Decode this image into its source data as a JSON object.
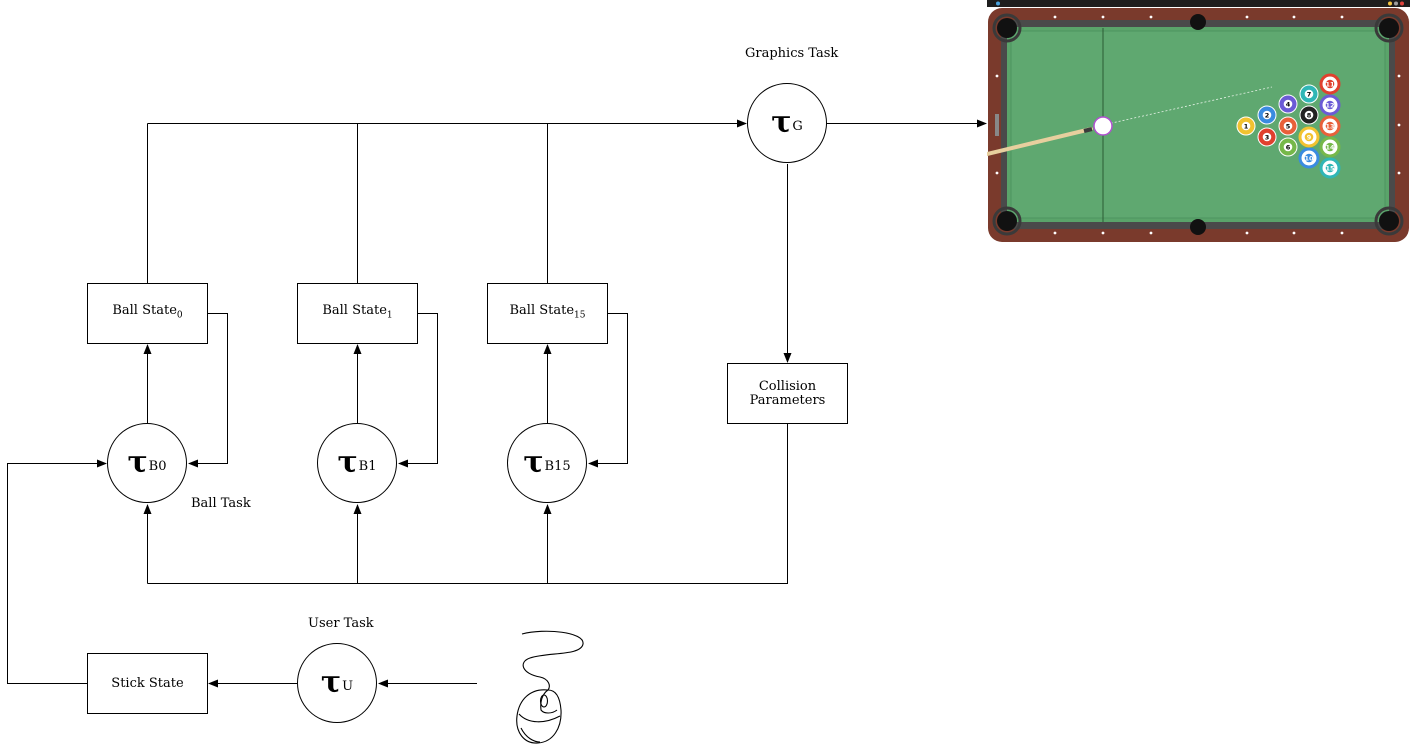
{
  "tasks": {
    "graphics_label": "Graphics Task",
    "ball_label": "Ball Task",
    "user_label": "User Task",
    "tau_symbol": "τ",
    "graphics_sub": "G",
    "ball0_sub": "B0",
    "ball1_sub": "B1",
    "ball15_sub": "B15",
    "user_sub": "U"
  },
  "states": {
    "ball_state_text": "Ball State",
    "ball0_index": "0",
    "ball1_index": "1",
    "ball15_index": "15",
    "collision_line1": "Collision",
    "collision_line2": "Parameters",
    "stick_state": "Stick State"
  },
  "pool_table": {
    "balls": [
      "1",
      "2",
      "3",
      "4",
      "5",
      "6",
      "7",
      "8",
      "9",
      "10",
      "11",
      "12",
      "13",
      "14",
      "15"
    ],
    "felt_color": "#5aa46a",
    "rail_color": "#7a3a2c",
    "cushion_color": "#4a4a4a"
  },
  "icons": {
    "mouse": "computer-mouse-icon"
  }
}
